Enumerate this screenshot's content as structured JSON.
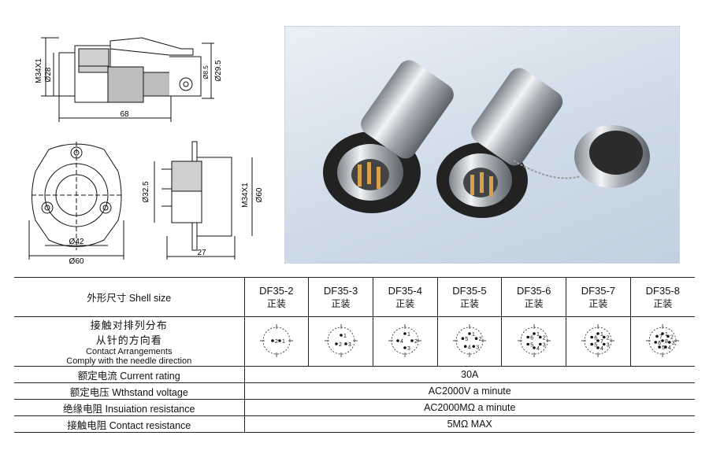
{
  "drawings": {
    "side_view": {
      "thread": "M34X1",
      "dia_left": "Ø28",
      "dia_small": "Ø8.5",
      "dia_right": "Ø29.5",
      "length": "68"
    },
    "front_view": {
      "inner_dia": "Ø42",
      "outer_dia": "Ø60"
    },
    "profile_view": {
      "dia_body": "Ø32.5",
      "thread": "M34X1",
      "dia_flange": "Ø60",
      "depth": "27"
    }
  },
  "photo": {
    "description_icon": "connector-photo-icon"
  },
  "table": {
    "shell_size_label": "外形尺寸  Shell size",
    "models": [
      {
        "name": "DF35-2",
        "sub": "正装",
        "pins": [
          "1",
          "2"
        ]
      },
      {
        "name": "DF35-3",
        "sub": "正装",
        "pins": [
          "1",
          "2",
          "3"
        ]
      },
      {
        "name": "DF35-4",
        "sub": "正装",
        "pins": [
          "1",
          "2",
          "3",
          "4"
        ]
      },
      {
        "name": "DF35-5",
        "sub": "正装",
        "pins": [
          "1",
          "2",
          "3",
          "4",
          "5"
        ]
      },
      {
        "name": "DF35-6",
        "sub": "正装",
        "pins": [
          "1",
          "2",
          "3",
          "4",
          "5",
          "6"
        ]
      },
      {
        "name": "DF35-7",
        "sub": "正装",
        "pins": [
          "1",
          "2",
          "3",
          "4",
          "5",
          "6",
          "7"
        ]
      },
      {
        "name": "DF35-8",
        "sub": "正装",
        "pins": [
          "1",
          "2",
          "3",
          "4",
          "5",
          "6",
          "7",
          "8"
        ]
      }
    ],
    "contact_label_cn1": "接触对排列分布",
    "contact_label_cn2": "从针的方向看",
    "contact_label_en1": "Contact Arrangements",
    "contact_label_en2": "Comply with the needle direction",
    "rows": [
      {
        "label": "额定电流  Current rating",
        "value": "30A"
      },
      {
        "label": "额定电压  Wthstand voltage",
        "value": "AC2000V a minute"
      },
      {
        "label": "绝缘电阻  Insuiation resistance",
        "value": "AC2000MΩ  a minute"
      },
      {
        "label": "接触电阻  Contact resistance",
        "value": "5MΩ  MAX"
      }
    ]
  }
}
